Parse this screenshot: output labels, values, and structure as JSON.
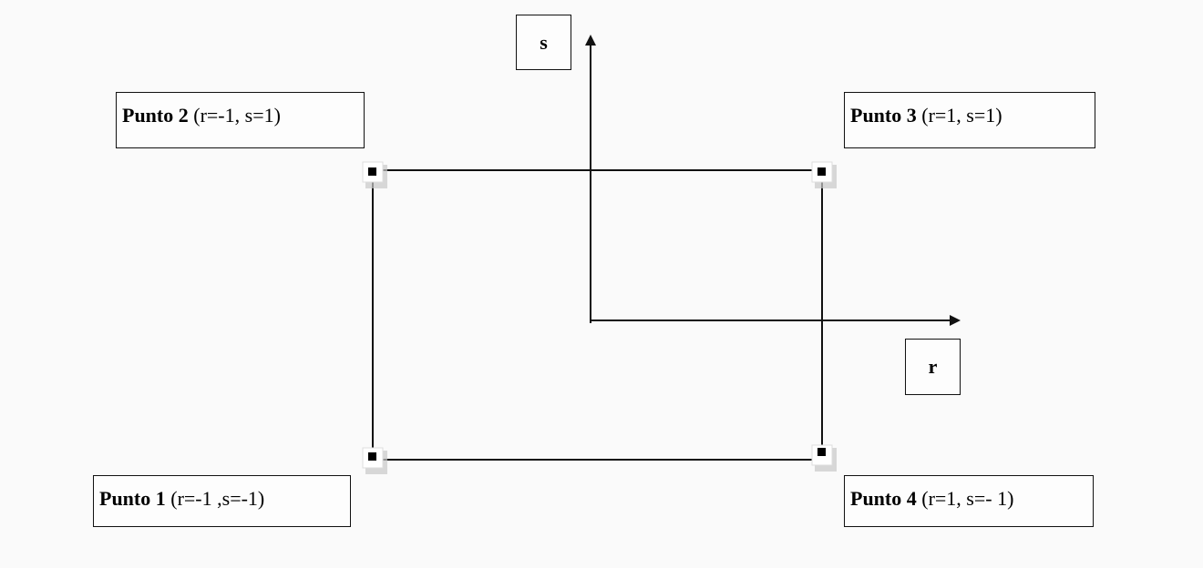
{
  "axes": {
    "s_label": "s",
    "r_label": "r"
  },
  "points": [
    {
      "name": "Punto 1",
      "coords": "(r=-1 ,s=-1)"
    },
    {
      "name": "Punto 2",
      "coords": "(r=-1, s=1)"
    },
    {
      "name": "Punto 3",
      "coords": "(r=1, s=1)"
    },
    {
      "name": "Punto 4",
      "coords": "(r=1, s=- 1)"
    }
  ],
  "colors": {
    "line": "#111111",
    "marker_fill": "#000000",
    "marker_shadow": "#c8c8c8"
  }
}
